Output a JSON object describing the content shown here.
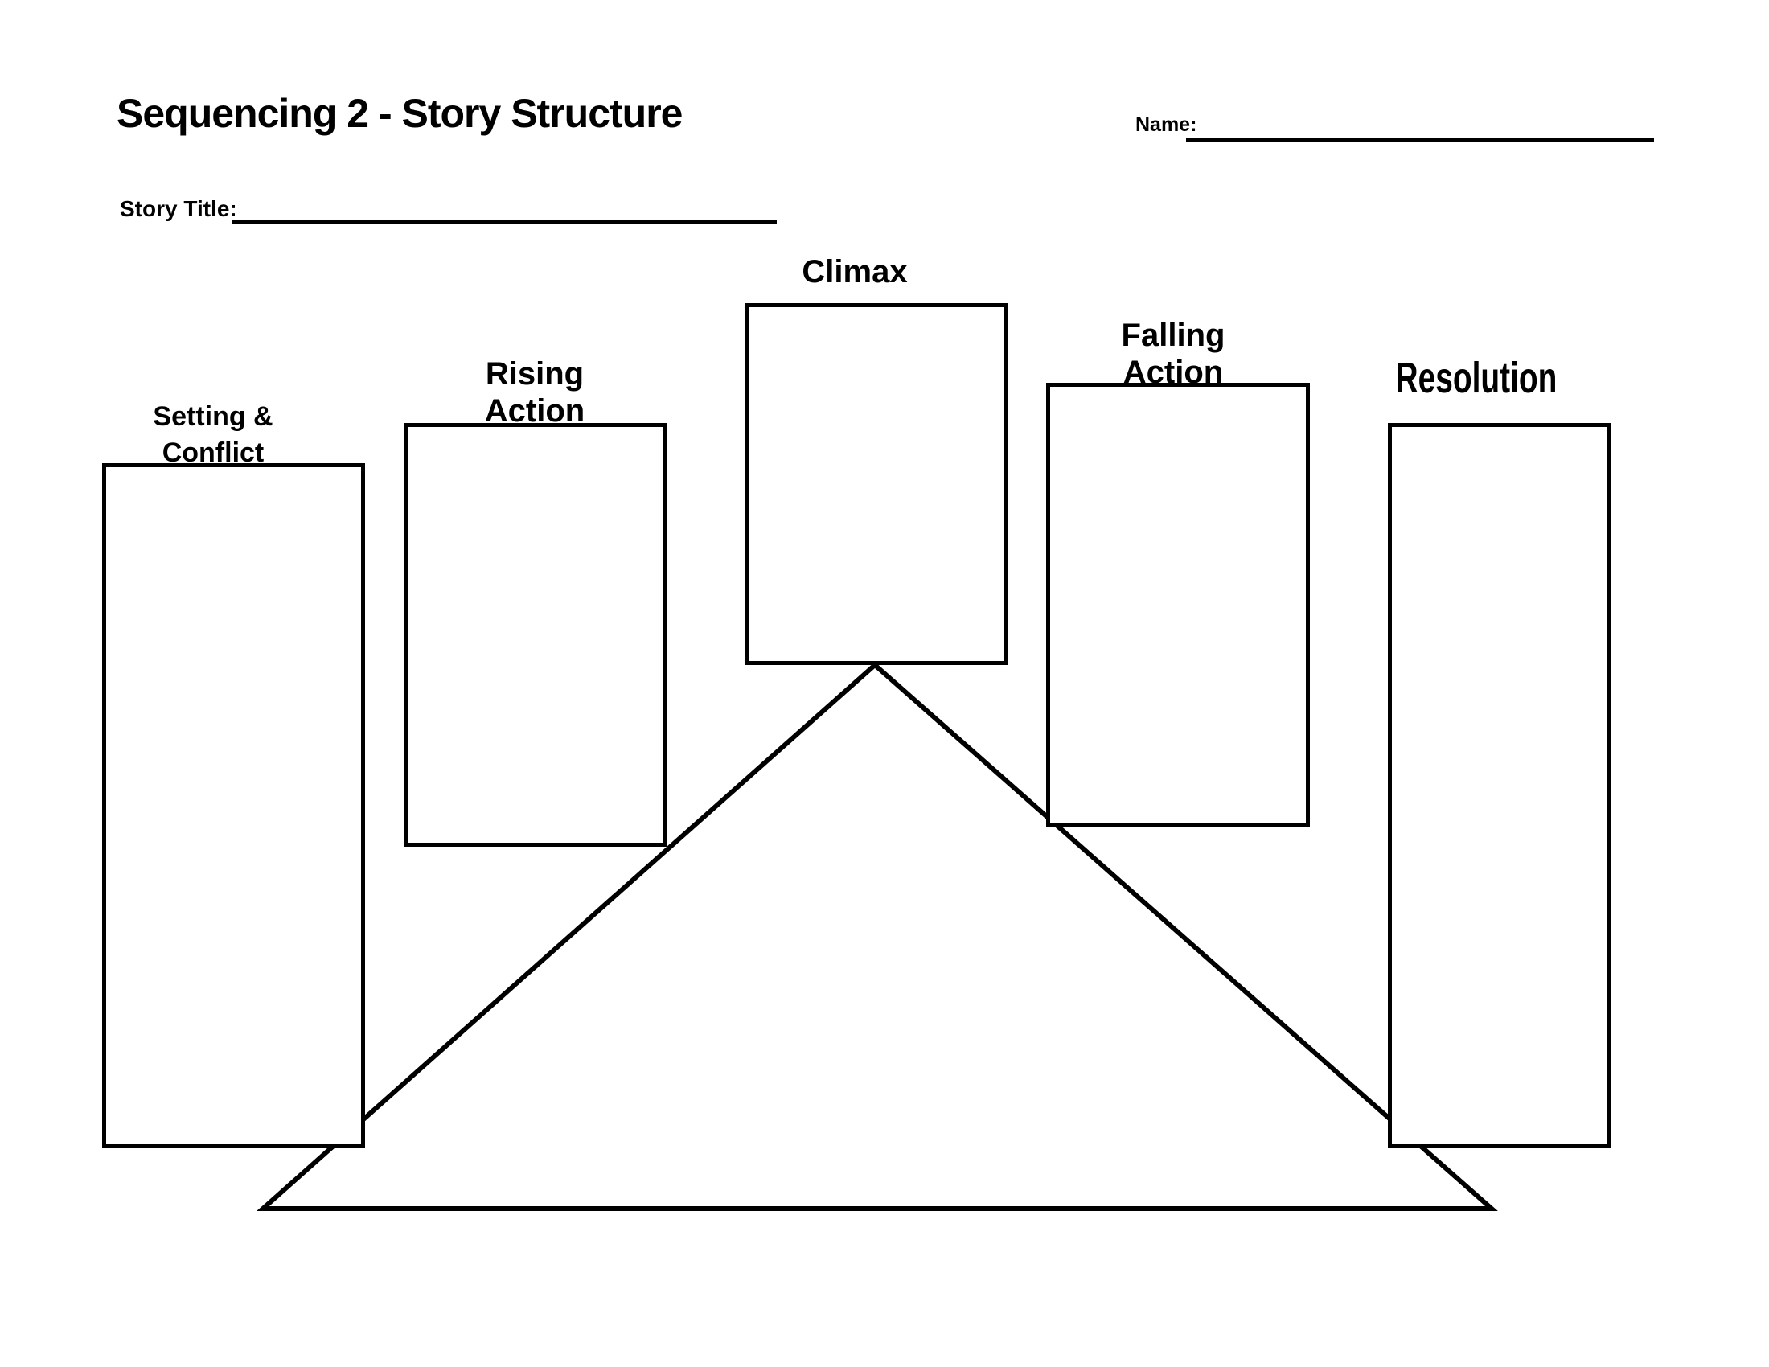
{
  "header": {
    "title": "Sequencing 2 - Story Structure",
    "name_label": "Name:",
    "name_value": "",
    "story_title_label": "Story Title:",
    "story_title_value": ""
  },
  "diagram": {
    "type": "story-structure-plot-mountain",
    "stages": [
      {
        "id": "setting-conflict",
        "label_lines": [
          "Setting &",
          "Conflict"
        ],
        "value": ""
      },
      {
        "id": "rising-action",
        "label_lines": [
          "Rising",
          "Action"
        ],
        "value": ""
      },
      {
        "id": "climax",
        "label_lines": [
          "Climax"
        ],
        "value": ""
      },
      {
        "id": "falling-action",
        "label_lines": [
          "Falling",
          "Action"
        ],
        "value": ""
      },
      {
        "id": "resolution",
        "label_lines": [
          "Resolution"
        ],
        "value": ""
      }
    ]
  },
  "colors": {
    "ink": "#000000",
    "paper": "#ffffff"
  }
}
